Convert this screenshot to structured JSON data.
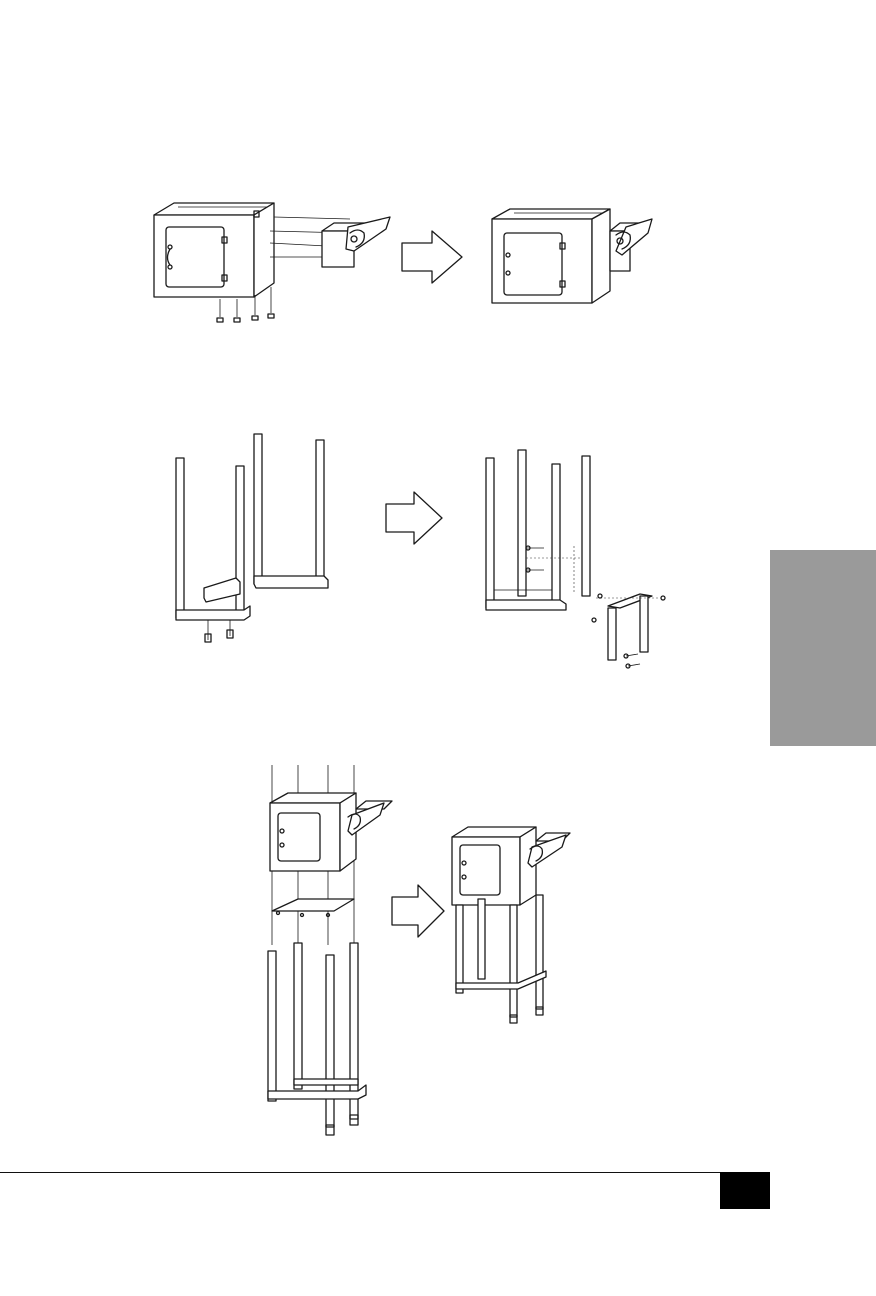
{
  "figures": {
    "step1": {
      "name": "cabinet-with-side-shelf"
    },
    "step2": {
      "name": "leg-frame"
    },
    "step3": {
      "name": "cabinet-on-stand"
    }
  },
  "page_number": "",
  "tab_color": "#9a9a9a",
  "icons": [
    "arrow-right-icon"
  ]
}
